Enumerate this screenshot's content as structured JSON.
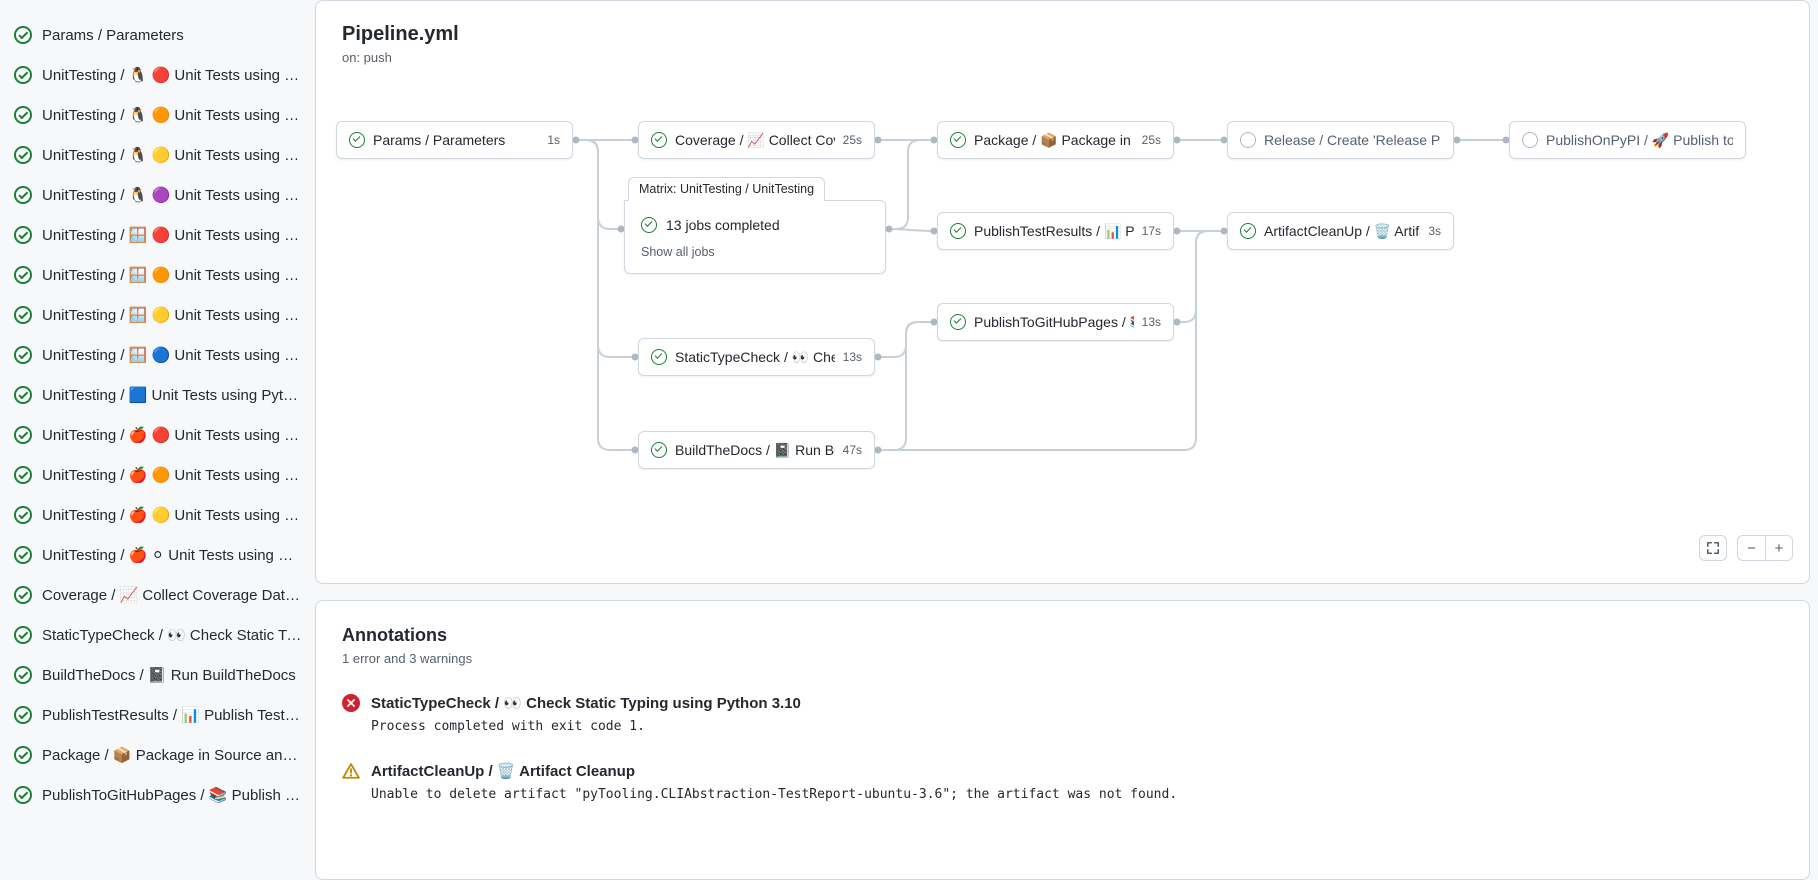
{
  "colors": {
    "success": "#1a7f37",
    "error": "#cf222e",
    "warning": "#bf8700",
    "border": "#d0d7de",
    "background": "#f6f8fa"
  },
  "sidebar": {
    "items": [
      {
        "label": "Params / Parameters"
      },
      {
        "label": "UnitTesting / 🐧 🔴 Unit Tests using Pyth…"
      },
      {
        "label": "UnitTesting / 🐧 🟠 Unit Tests using Pyth…"
      },
      {
        "label": "UnitTesting / 🐧 🟡 Unit Tests using Pyth…"
      },
      {
        "label": "UnitTesting / 🐧 🟣 Unit Tests using Pyth…"
      },
      {
        "label": "UnitTesting / 🪟 🔴 Unit Tests using Pyth…"
      },
      {
        "label": "UnitTesting / 🪟 🟠 Unit Tests using Pyth…"
      },
      {
        "label": "UnitTesting / 🪟 🟡 Unit Tests using Pyth…"
      },
      {
        "label": "UnitTesting / 🪟 🔵 Unit Tests using Pyth…"
      },
      {
        "label": "UnitTesting / 🟦 Unit Tests using Pyth…"
      },
      {
        "label": "UnitTesting / 🍎 🔴 Unit Tests using Pyth…"
      },
      {
        "label": "UnitTesting / 🍎 🟠 Unit Tests using Pyth…"
      },
      {
        "label": "UnitTesting / 🍎 🟡 Unit Tests using Pyth…"
      },
      {
        "label": "UnitTesting / 🍎 ⚪ Unit Tests using Pyth…"
      },
      {
        "label": "Coverage / 📈 Collect Coverage Data usi…"
      },
      {
        "label": "StaticTypeCheck / 👀 Check Static Typing…"
      },
      {
        "label": "BuildTheDocs / 📓 Run BuildTheDocs"
      },
      {
        "label": "PublishTestResults / 📊 Publish Test Resu…"
      },
      {
        "label": "Package / 📦 Package in Source and Wh…"
      },
      {
        "label": "PublishToGitHubPages / 📚 Publish to G…"
      }
    ]
  },
  "pipeline": {
    "title": "Pipeline.yml",
    "trigger": "on: push",
    "matrix": {
      "label": "Matrix: UnitTesting / UnitTesting",
      "summary": "13 jobs completed",
      "show_all": "Show all jobs"
    },
    "nodes": [
      {
        "label": "Params / Parameters",
        "duration": "1s",
        "status": "success"
      },
      {
        "label": "Coverage / 📈 Collect Cove…",
        "duration": "25s",
        "status": "success"
      },
      {
        "label": "Package / 📦 Package in So…",
        "duration": "25s",
        "status": "success"
      },
      {
        "label": "Release / Create 'Release P…",
        "duration": "",
        "status": "skipped"
      },
      {
        "label": "PublishOnPyPI / 🚀 Publish to …",
        "duration": "",
        "status": "skipped"
      },
      {
        "label": "PublishTestResults / 📊 Pu…",
        "duration": "17s",
        "status": "success"
      },
      {
        "label": "ArtifactCleanUp / 🗑️ Artifac…",
        "duration": "3s",
        "status": "success"
      },
      {
        "label": "PublishToGitHubPages / 📚 …",
        "duration": "13s",
        "status": "success"
      },
      {
        "label": "StaticTypeCheck / 👀 Chec…",
        "duration": "13s",
        "status": "success"
      },
      {
        "label": "BuildTheDocs / 📓 Run Buil…",
        "duration": "47s",
        "status": "success"
      }
    ],
    "zoom": {
      "zoom_out": "−",
      "zoom_in": "+"
    }
  },
  "annotations": {
    "title": "Annotations",
    "summary": "1 error and 3 warnings",
    "items": [
      {
        "type": "error",
        "title": "StaticTypeCheck / 👀 Check Static Typing using Python 3.10",
        "message": "Process completed with exit code 1."
      },
      {
        "type": "warning",
        "title": "ArtifactCleanUp / 🗑️ Artifact Cleanup",
        "message": "Unable to delete artifact \"pyTooling.CLIAbstraction-TestReport-ubuntu-3.6\"; the artifact was not found."
      }
    ]
  }
}
